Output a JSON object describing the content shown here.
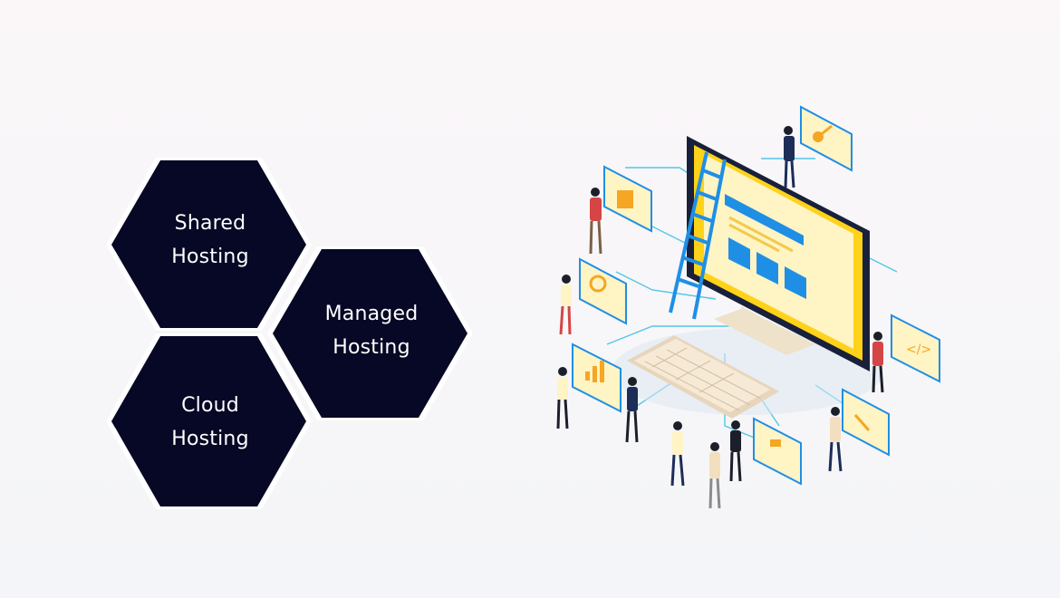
{
  "hexagons": [
    {
      "line1": "Shared",
      "line2": "Hosting"
    },
    {
      "line1": "Managed",
      "line2": "Hosting"
    },
    {
      "line1": "Cloud",
      "line2": "Hosting"
    }
  ],
  "colors": {
    "hex_fill": "#060825",
    "hex_border": "#ffffff",
    "accent_blue": "#1f8fe5",
    "accent_yellow": "#ffd21a",
    "screen_frame": "#19203b"
  }
}
